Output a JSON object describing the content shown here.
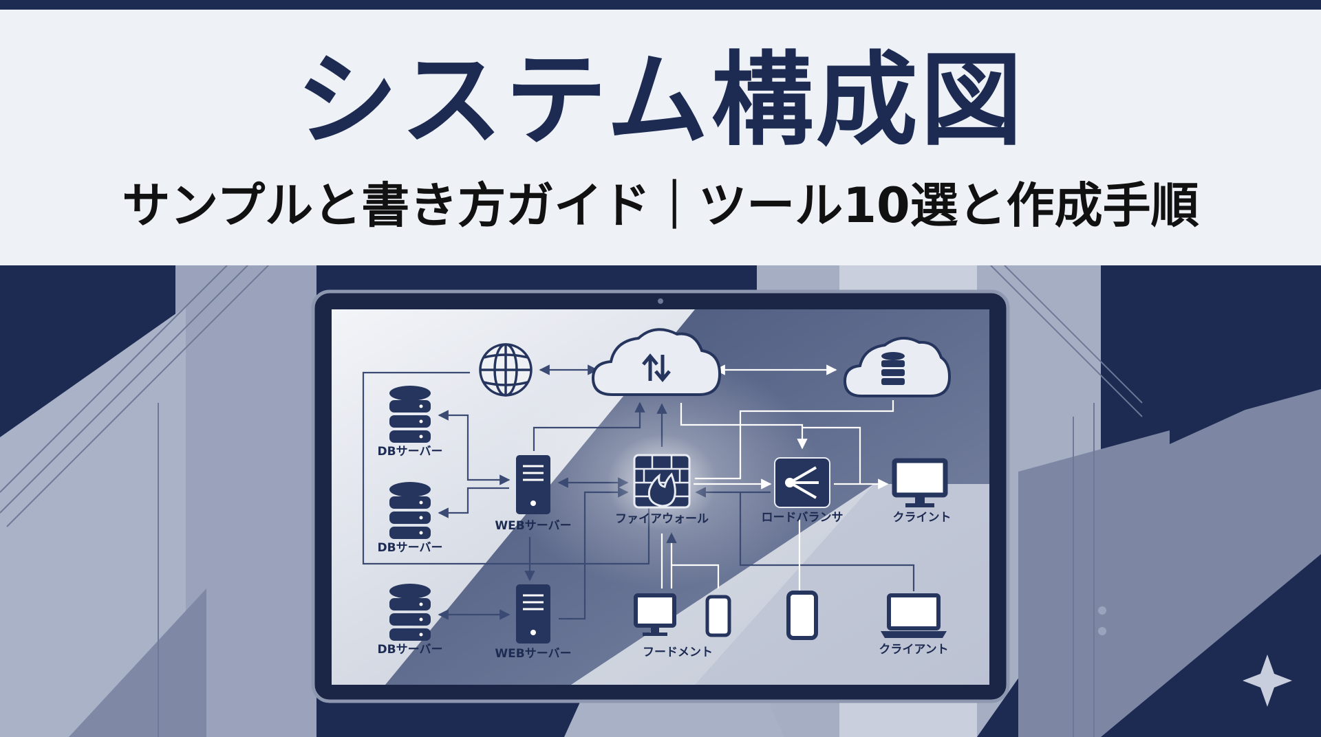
{
  "header": {
    "title": "システム構成図",
    "subtitle": "サンプルと書き方ガイド｜ツール10選と作成手順"
  },
  "diagram": {
    "labels": {
      "db1": "DBサーバー",
      "db2": "DBサーバー",
      "db3": "DBサーバー",
      "web1": "WEBサーバー",
      "web2": "WEBサーバー",
      "firewall": "ファイアウォール",
      "load_balancer": "ロードバランサ",
      "client1": "クライント",
      "client2": "クライアント",
      "devices": "フードメント"
    }
  },
  "colors": {
    "navy": "#1d2b52",
    "header_bg": "#eef1f6",
    "icon": "#26355e",
    "line": "#3a4a72"
  }
}
